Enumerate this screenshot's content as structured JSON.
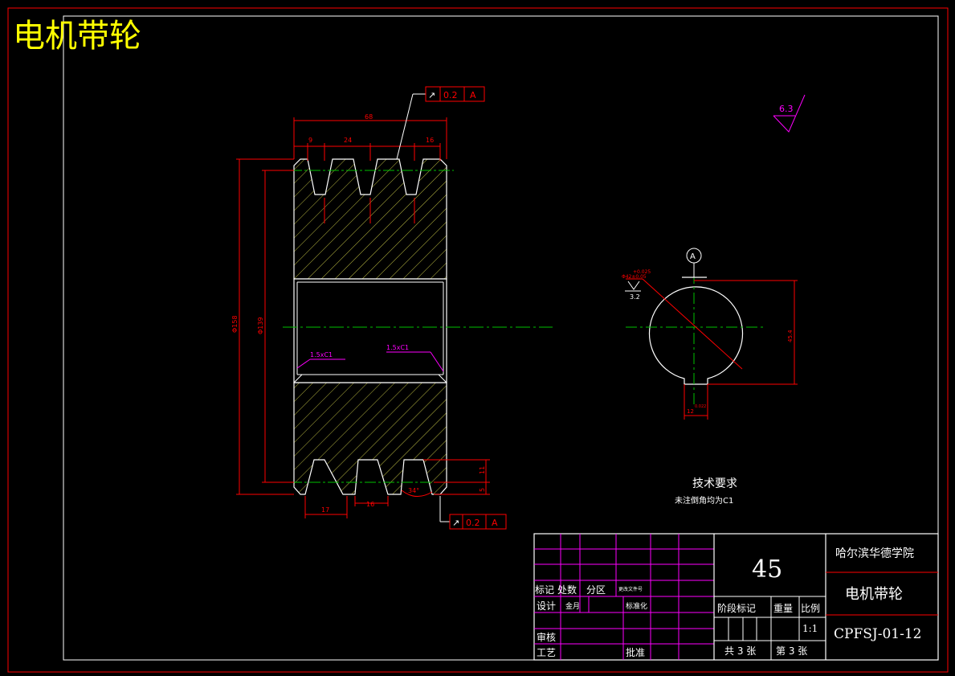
{
  "title": "电机带轮",
  "dims": {
    "overall_width": "68",
    "groove_offset": "9",
    "pitch": "24",
    "right_offset": "16",
    "outer_diameter": "Φ158",
    "inner_diameter": "Φ139",
    "groove_depth": "11",
    "bottom_depth": "5",
    "groove_angle": "34°",
    "groove_pitch_bottom": "17",
    "groove_width_bottom": "16",
    "chamfer_left": "1.5xC1",
    "chamfer_right": "1.5xC1",
    "bore_dia": "Φ42±0.05",
    "bore_tol": "+0.025",
    "keyway_width": "12",
    "keyway_tol": "0.022",
    "keyway_depth": "45.4",
    "roughness_main": "6.3",
    "roughness_bore": "3.2"
  },
  "tolerance_frames": {
    "top": {
      "symbol": "↗",
      "value": "0.2",
      "datum": "A"
    },
    "bottom": {
      "symbol": "↗",
      "value": "0.2",
      "datum": "A"
    }
  },
  "datum_label": "A",
  "tech_requirements": {
    "heading": "技术要求",
    "line1": "未注倒角均为C1"
  },
  "title_block": {
    "material": "45",
    "school": "哈尔滨华德学院",
    "part_name": "电机带轮",
    "drawing_no": "CPFSJ-01-12",
    "mark": "标记",
    "count": "处数",
    "zone": "分区",
    "change_doc": "更改文件号",
    "design": "设计",
    "designer": "金月",
    "standardize": "标准化",
    "review": "审核",
    "process": "工艺",
    "approve": "批准",
    "stage_mark": "阶段标记",
    "weight": "重量",
    "scale_label": "比例",
    "scale": "1:1",
    "total": "共 3 张",
    "sheet": "第 3 张"
  },
  "colors": {
    "frame": "#ff0000",
    "outline": "#ffffff",
    "hatch": "#bfbf40",
    "center": "#00c000",
    "dimension": "#ff0000",
    "leader": "#ff00ff",
    "title": "#ffff00"
  }
}
